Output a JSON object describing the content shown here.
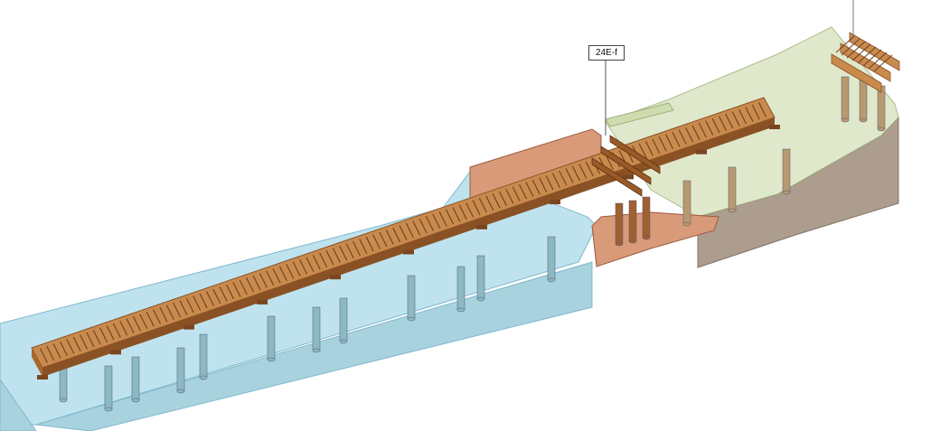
{
  "tag": {
    "label": "24E-f"
  },
  "colors": {
    "water": "#bfe3ee",
    "water_edge": "#7fb8cc",
    "water_side": "#a9d2df",
    "terrain_green": "#dbe5c4",
    "terrain_green_edge": "#9fb17a",
    "terrain_brown": "#a89888",
    "abutment": "#d99a7a",
    "abutment_edge": "#9c5a3c",
    "deck": "#c98a4e",
    "deck_dark": "#8a5224",
    "deck_plank": "#6e3f1a",
    "pile_water": "#8cb9c2",
    "pile_land": "#a06030"
  },
  "components": {
    "deck": "boardwalk-deck",
    "piles": "support-piles",
    "terrain": "embankment",
    "water": "channel-water",
    "abutment": "bridge-abutment",
    "tag_leader": "annotation-leader-line"
  }
}
